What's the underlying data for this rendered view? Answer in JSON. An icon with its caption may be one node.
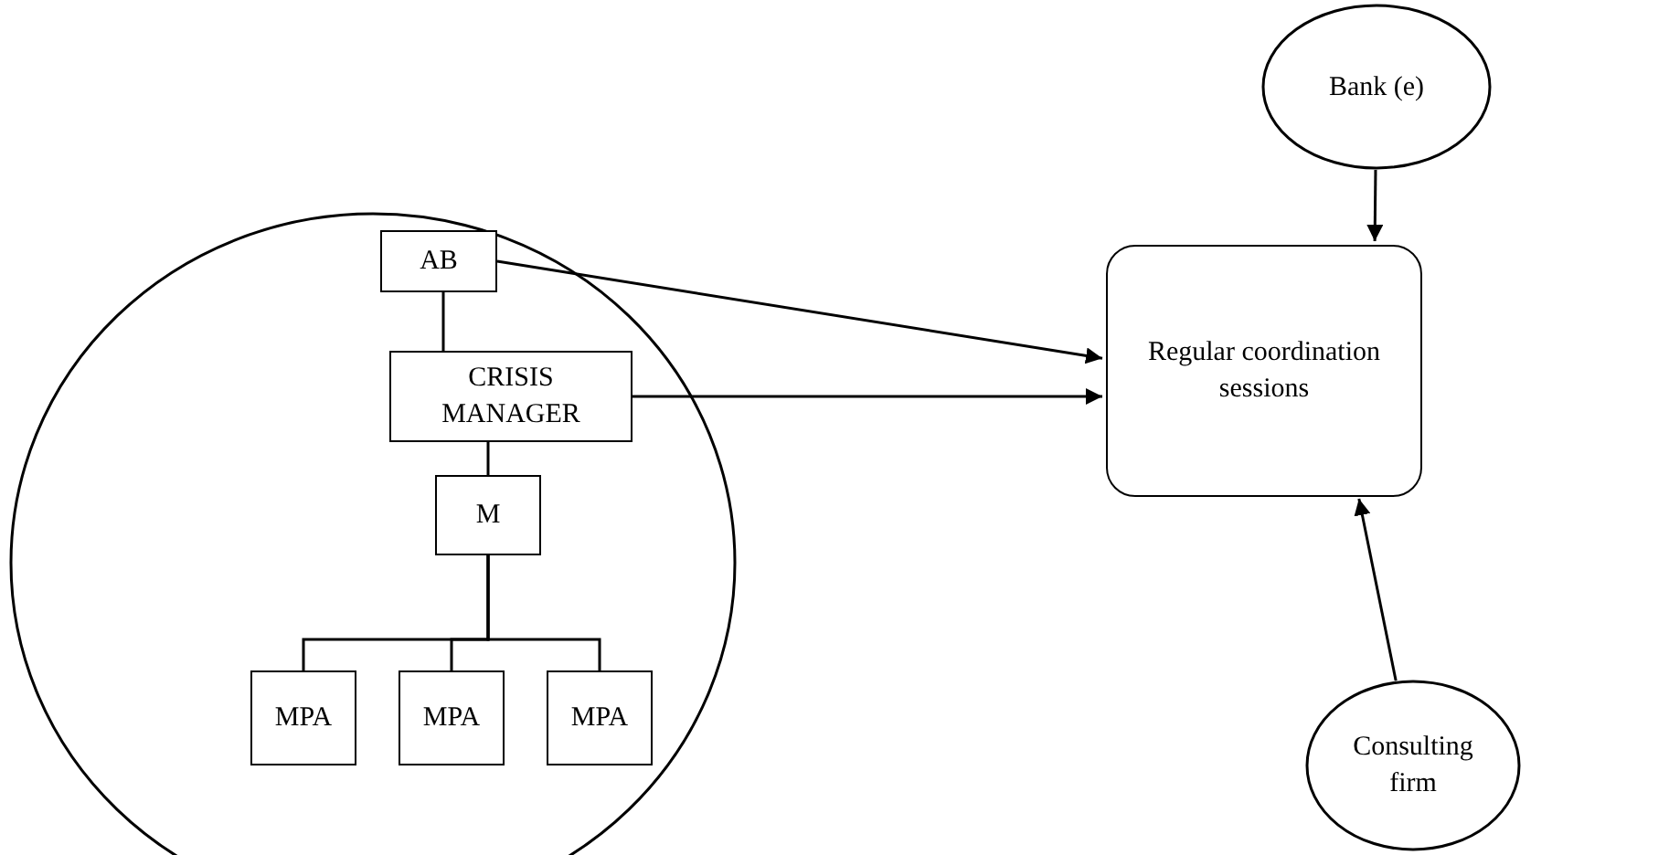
{
  "diagram": {
    "nodes": [
      {
        "text": [],
        "shape": "circle"
      },
      {
        "text": [
          "AB"
        ],
        "in": 0
      },
      {
        "text": [
          "CRISIS MANAGER"
        ],
        "in": 0
      },
      {
        "text": [
          "M"
        ],
        "in": 0
      },
      {
        "text": [
          "MPA"
        ],
        "in": 0
      },
      {
        "text": [
          "MPA"
        ],
        "in": 0
      },
      {
        "text": [
          "MPA"
        ],
        "in": 0
      },
      {
        "text": [
          "Bank (e)"
        ]
      },
      {
        "text": [
          "Regular coordination sessions"
        ]
      },
      {
        "text": [
          "Consulting firm"
        ]
      }
    ],
    "edges": [
      {
        "from": 1,
        "to": 2,
        "arrow": "none"
      },
      {
        "from": 2,
        "to": 3,
        "arrow": "none"
      },
      {
        "from": 3,
        "to": 4,
        "arrow": "none"
      },
      {
        "from": 3,
        "to": 5,
        "arrow": "none"
      },
      {
        "from": 3,
        "to": 6,
        "arrow": "none"
      },
      {
        "from": 1,
        "to": 8,
        "arrow": "to"
      },
      {
        "from": 2,
        "to": 8,
        "arrow": "to"
      },
      {
        "from": 7,
        "to": 8,
        "arrow": "to"
      },
      {
        "from": 9,
        "to": 8,
        "arrow": "to"
      }
    ]
  }
}
